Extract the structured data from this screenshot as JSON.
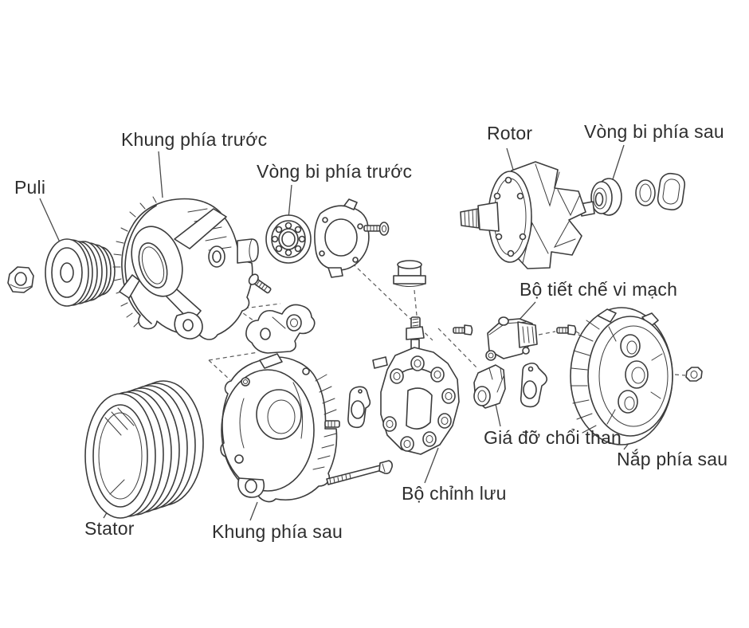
{
  "diagram": {
    "colors": {
      "background": "#ffffff",
      "line": "#3c3c3c",
      "text": "#2e2e2e"
    },
    "labels": [
      {
        "id": "puli",
        "text": "Puli"
      },
      {
        "id": "front_frame",
        "text": "Khung phía trước"
      },
      {
        "id": "front_bearing",
        "text": "Vòng bi phía trước"
      },
      {
        "id": "rotor",
        "text": "Rotor"
      },
      {
        "id": "rear_bearing",
        "text": "Vòng bi phía sau"
      },
      {
        "id": "regulator",
        "text": "Bộ tiết chế vi mạch"
      },
      {
        "id": "brush_holder",
        "text": "Giá đỡ chổi than"
      },
      {
        "id": "rear_cover",
        "text": "Nắp phía sau"
      },
      {
        "id": "rectifier",
        "text": "Bộ chỉnh lưu"
      },
      {
        "id": "rear_frame",
        "text": "Khung phía sau"
      },
      {
        "id": "stator",
        "text": "Stator"
      }
    ]
  }
}
